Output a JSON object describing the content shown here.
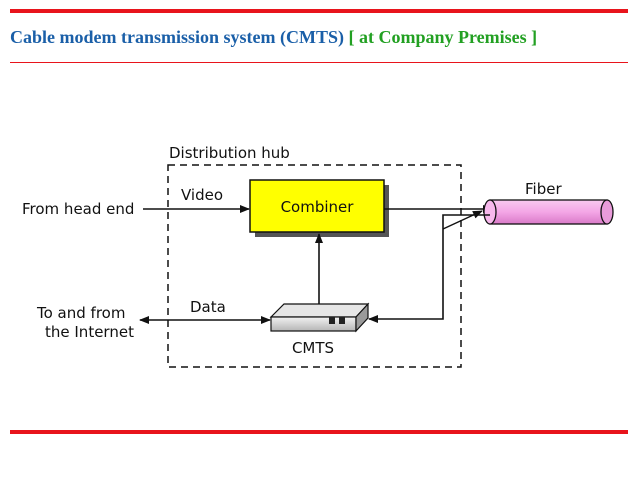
{
  "title": {
    "main": "Cable modem transmission system (CMTS)",
    "sub": "[ at Company Premises ]"
  },
  "diagram": {
    "hub_label": "Distribution hub",
    "combiner_label": "Combiner",
    "cmts_label": "CMTS",
    "fiber_label": "Fiber",
    "head_end_label": "From head end",
    "video_label": "Video",
    "data_label": "Data",
    "internet_label_line1": "To and from",
    "internet_label_line2": "the Internet"
  },
  "colors": {
    "accent_red": "#e8141c",
    "title_blue": "#1a5fa8",
    "title_green": "#22a022",
    "combiner_fill": "#ffff00",
    "fiber_fill": "#f4a6e6"
  }
}
